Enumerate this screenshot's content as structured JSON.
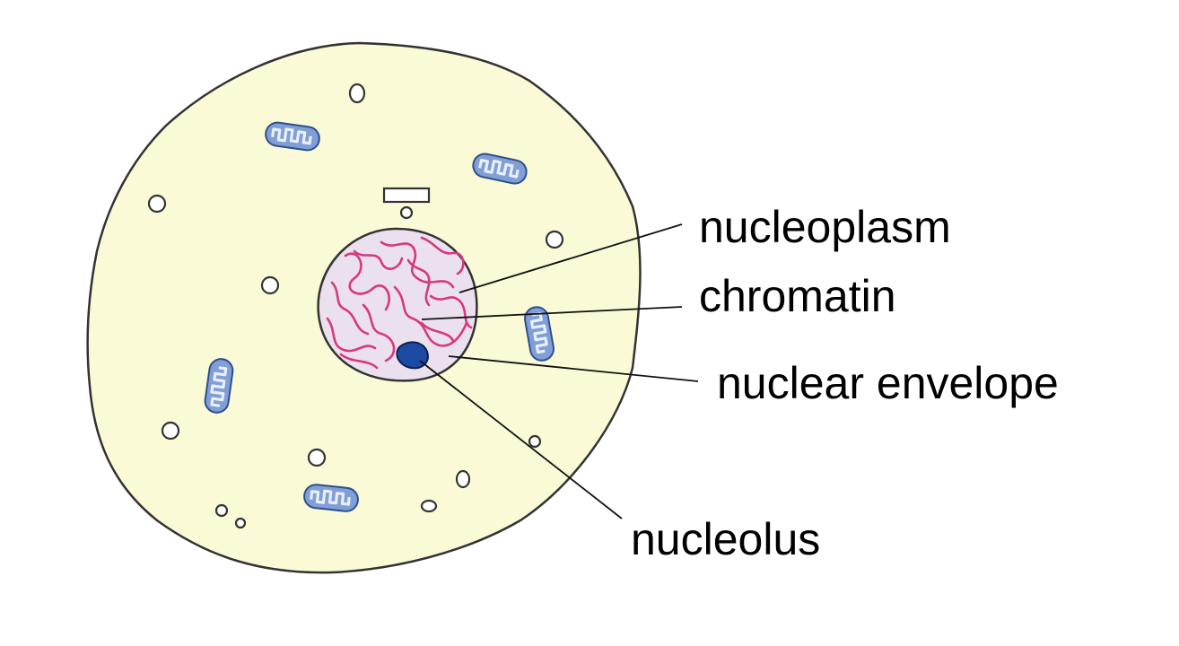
{
  "labels": {
    "nucleoplasm": "nucleoplasm",
    "chromatin": "chromatin",
    "nuclear_envelope": "nuclear envelope",
    "nucleolus": "nucleolus"
  },
  "colors": {
    "cytoplasm": "#fbfad6",
    "nucleus": "#ebe0ee",
    "chromatin": "#d6397e",
    "nucleolus": "#1c4aa3",
    "mitochondrion_fill": "#7f9fd6",
    "mitochondrion_cristae": "#e9eef8",
    "outline": "#333333",
    "leader_line": "#111111"
  },
  "icons": {
    "cell": "cell-membrane-icon",
    "nucleus": "nucleus-icon",
    "mitochondrion": "mitochondrion-icon",
    "vesicle": "vesicle-icon"
  }
}
